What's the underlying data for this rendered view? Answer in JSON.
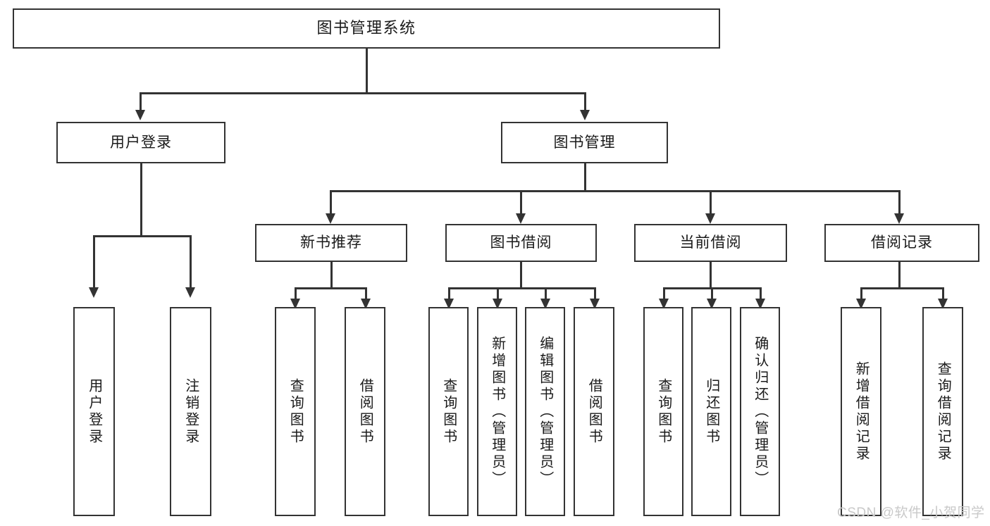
{
  "diagram": {
    "type": "tree",
    "title": "图书管理系统",
    "root": {
      "id": "root",
      "label": "图书管理系统"
    },
    "level2": [
      {
        "id": "user-login",
        "label": "用户登录"
      },
      {
        "id": "book-manage",
        "label": "图书管理"
      }
    ],
    "level3": [
      {
        "id": "new-book-recommend",
        "label": "新书推荐"
      },
      {
        "id": "book-borrow",
        "label": "图书借阅"
      },
      {
        "id": "current-borrow",
        "label": "当前借阅"
      },
      {
        "id": "borrow-record",
        "label": "借阅记录"
      }
    ],
    "leaves": {
      "user_login": [
        {
          "id": "leaf-user-login",
          "label": "用户登录"
        },
        {
          "id": "leaf-user-logout",
          "label": "注销登录"
        }
      ],
      "new_book_recommend": [
        {
          "id": "leaf-query-book-1",
          "label": "查询图书"
        },
        {
          "id": "leaf-borrow-book-1",
          "label": "借阅图书"
        }
      ],
      "book_borrow": [
        {
          "id": "leaf-query-book-2",
          "label": "查询图书"
        },
        {
          "id": "leaf-add-book",
          "label": "新增图书（管理员）"
        },
        {
          "id": "leaf-edit-book",
          "label": "编辑图书（管理员）"
        },
        {
          "id": "leaf-borrow-book-2",
          "label": "借阅图书"
        }
      ],
      "current_borrow": [
        {
          "id": "leaf-query-book-3",
          "label": "查询图书"
        },
        {
          "id": "leaf-return-book",
          "label": "归还图书"
        },
        {
          "id": "leaf-confirm-return",
          "label": "确认归还（管理员）"
        }
      ],
      "borrow_record": [
        {
          "id": "leaf-add-record",
          "label": "新增借阅记录"
        },
        {
          "id": "leaf-query-record",
          "label": "查询借阅记录"
        }
      ]
    }
  },
  "watermark": {
    "text": "CSDN @软件_小贺同学"
  },
  "colors": {
    "stroke": "#333333",
    "fill": "#ffffff",
    "text": "#1a1a1a",
    "watermark": "#c9c9c9"
  }
}
